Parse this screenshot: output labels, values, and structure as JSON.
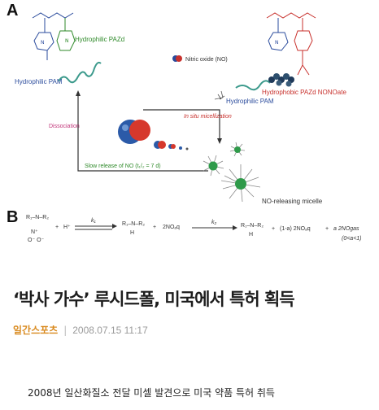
{
  "figure": {
    "panel_a": "A",
    "panel_b": "B",
    "labels": {
      "hydrophilic_pazd": "Hydrophilic PAZd",
      "hydrophilic_pam_left": "Hydrophilic PAM",
      "hydrophilic_pam_right": "Hydrophilic PAM",
      "hydrophobic_pazd_nonoate": "Hydrophobic PAZd NONOate",
      "nitric_oxide": "Nitric oxide (NO)",
      "in_situ_micellization": "In situ micellization",
      "dissociation": "Dissociation",
      "slow_release": "Slow release of NO (t₁/₂ = 7 d)",
      "no_releasing_micelle": "NO-releasing micelle"
    },
    "reaction": {
      "r1n_r2": "R₁–N–R₂",
      "n_n_o": "N⁺",
      "o_minus": "O⁻  O⁻",
      "plus1": "+",
      "proton": "H⁺",
      "k1": "k₁",
      "r1nh_r2": "R₁–N–R₂",
      "h": "H",
      "plus2": "+",
      "no_aq": "2NOₐq",
      "k2": "k₂",
      "r1nh_r2_b": "R₁–N–R₂",
      "h_b": "H",
      "plus3": "+",
      "term2": "(1-a) 2NOₐq",
      "plus4": "+",
      "term3": "a 2NOgas",
      "condition": "(0<a<1)"
    }
  },
  "article": {
    "headline": "‘박사 가수’ 루시드폴, 미국에서 특허 획득",
    "source": "일간스포츠",
    "separator": "|",
    "date": "2008.07.15 11:17",
    "subhead": "2008년 일산화질소 전달 미셀 발견으로 미국 약품 특허 취득"
  },
  "colors": {
    "source": "#d98a1f",
    "green_label": "#2f8a2a",
    "blue_label": "#2a4b9c",
    "red_label": "#c8312d"
  }
}
